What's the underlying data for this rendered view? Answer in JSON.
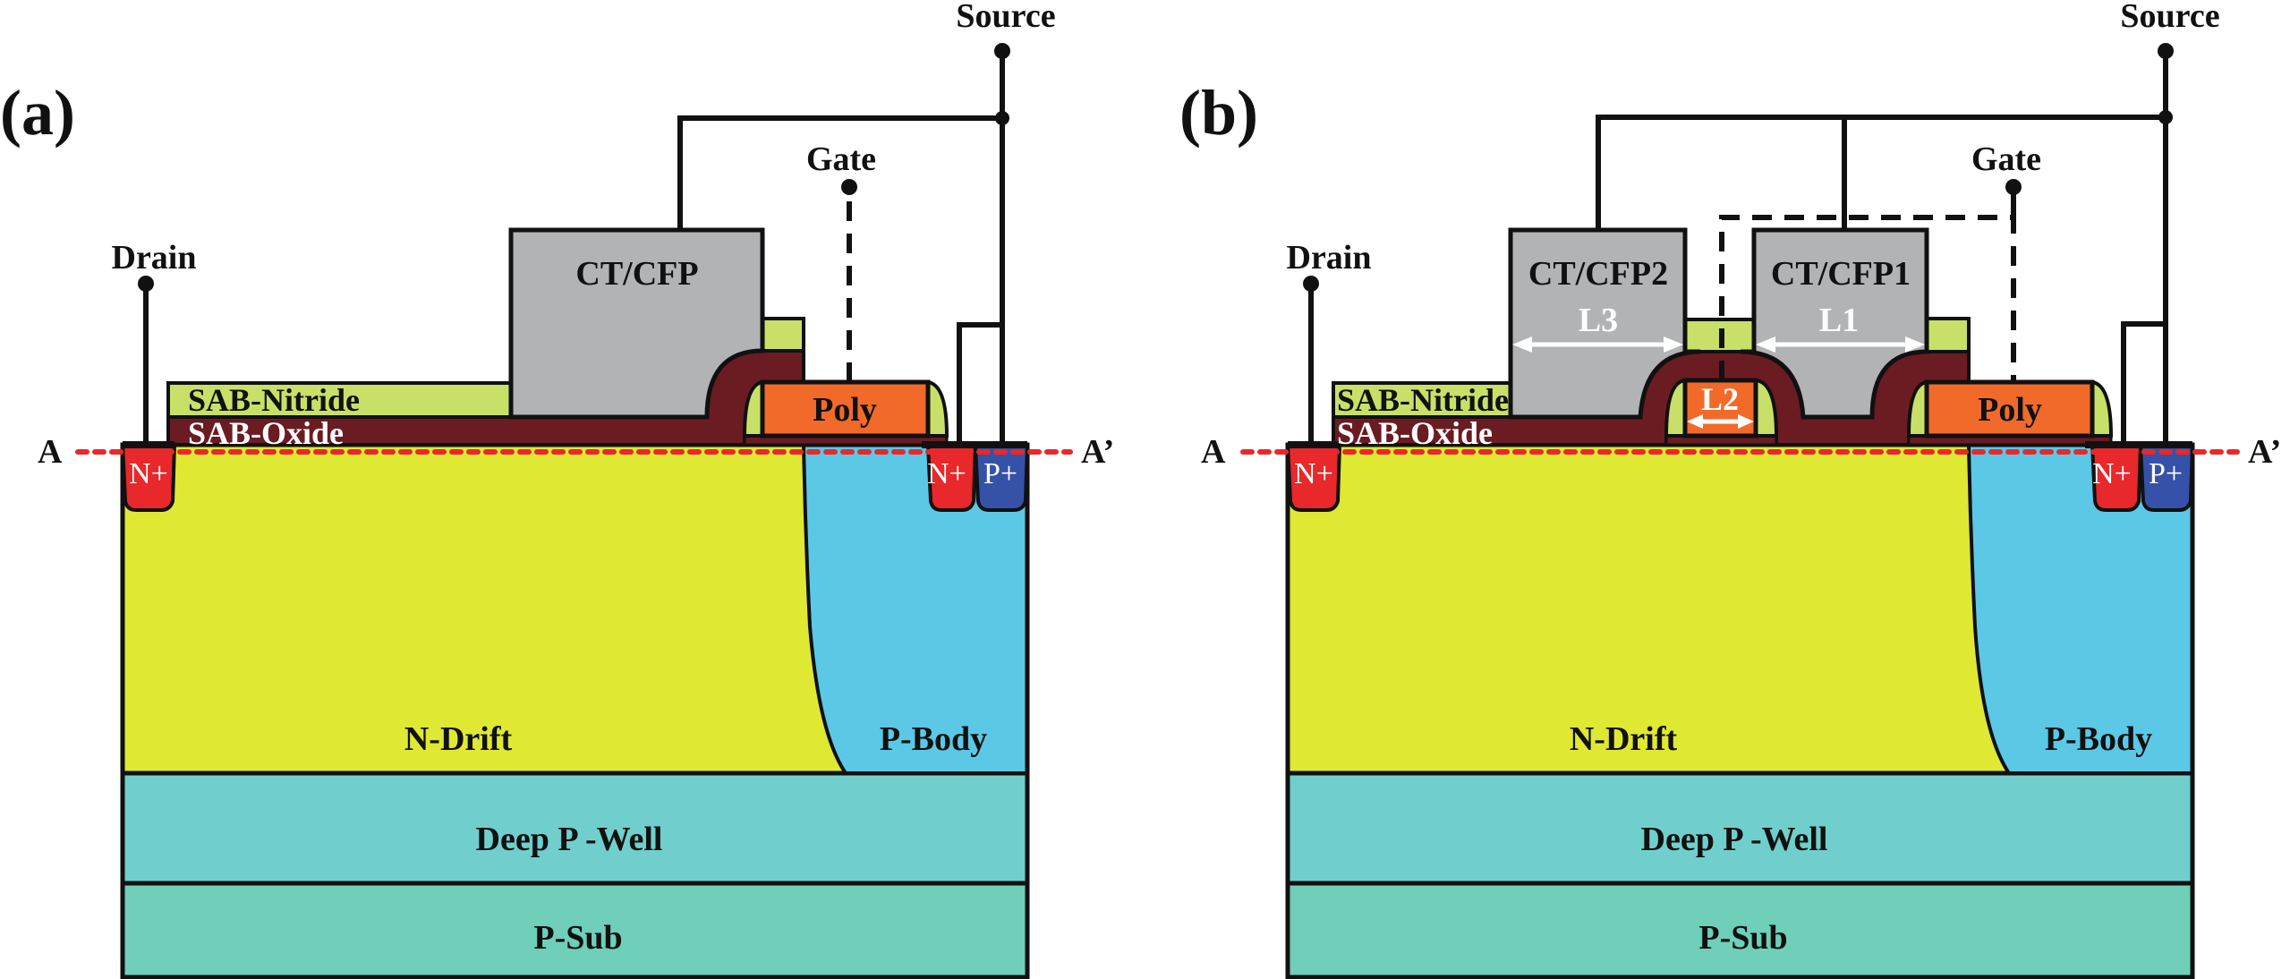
{
  "figure": {
    "panels": [
      {
        "id": "a",
        "label": "(a)",
        "terminals": {
          "drain": "Drain",
          "gate": "Gate",
          "source": "Source"
        },
        "cut_line": {
          "start": "A",
          "end": "A’"
        },
        "layers": {
          "ct_cfp": "CT/CFP",
          "sab_nitride": "SAB-Nitride",
          "sab_oxide": "SAB-Oxide",
          "poly": "Poly",
          "n_plus_drain": "N+",
          "n_plus_source": "N+",
          "p_plus": "P+",
          "n_drift": "N-Drift",
          "p_body": "P-Body",
          "deep_p_well": "Deep P -Well",
          "p_sub": "P-Sub"
        }
      },
      {
        "id": "b",
        "label": "(b)",
        "terminals": {
          "drain": "Drain",
          "gate": "Gate",
          "source": "Source"
        },
        "cut_line": {
          "start": "A",
          "end": "A’"
        },
        "layers": {
          "ct_cfp2": "CT/CFP2",
          "ct_cfp1": "CT/CFP1",
          "sab_nitride": "SAB-Nitride",
          "sab_oxide": "SAB-Oxide",
          "poly": "Poly",
          "n_plus_drain": "N+",
          "n_plus_source": "N+",
          "p_plus": "P+",
          "n_drift": "N-Drift",
          "p_body": "P-Body",
          "deep_p_well": "Deep P -Well",
          "p_sub": "P-Sub"
        },
        "dimensions": {
          "l1": "L1",
          "l2": "L2",
          "l3": "L3"
        }
      }
    ],
    "colors": {
      "ct_cfp": "#b2b3b5",
      "sab_nitride": "#c8e068",
      "sab_oxide": "#6a1c22",
      "poly": "#f26a2a",
      "n_plus": "#e8282a",
      "p_plus": "#3552a8",
      "n_drift": "#dfe832",
      "p_body": "#5bc8e6",
      "deep_p_well": "#70cfcc",
      "p_sub": "#6fcfb9",
      "cut_line": "#e8282a"
    }
  }
}
